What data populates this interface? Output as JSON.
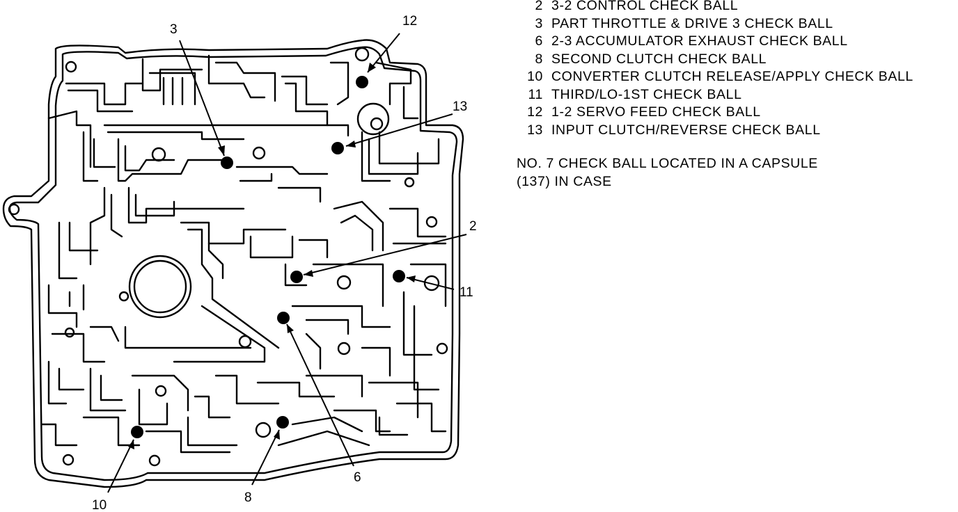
{
  "legend": {
    "items": [
      {
        "num": "2",
        "label": "3-2 CONTROL CHECK BALL"
      },
      {
        "num": "3",
        "label": "PART THROTTLE & DRIVE 3 CHECK BALL"
      },
      {
        "num": "6",
        "label": "2-3 ACCUMULATOR EXHAUST CHECK BALL"
      },
      {
        "num": "8",
        "label": "SECOND CLUTCH CHECK BALL"
      },
      {
        "num": "10",
        "label": "CONVERTER CLUTCH RELEASE/APPLY CHECK BALL"
      },
      {
        "num": "11",
        "label": "THIRD/LO-1ST CHECK BALL"
      },
      {
        "num": "12",
        "label": "1-2 SERVO FEED CHECK BALL"
      },
      {
        "num": "13",
        "label": "INPUT CLUTCH/REVERSE CHECK BALL"
      }
    ],
    "note_line1": "NO. 7 CHECK BALL LOCATED IN A CAPSULE",
    "note_line2": "(137) IN CASE"
  },
  "diagram": {
    "callouts": [
      "3",
      "12",
      "13",
      "2",
      "11",
      "6",
      "8",
      "10"
    ]
  }
}
